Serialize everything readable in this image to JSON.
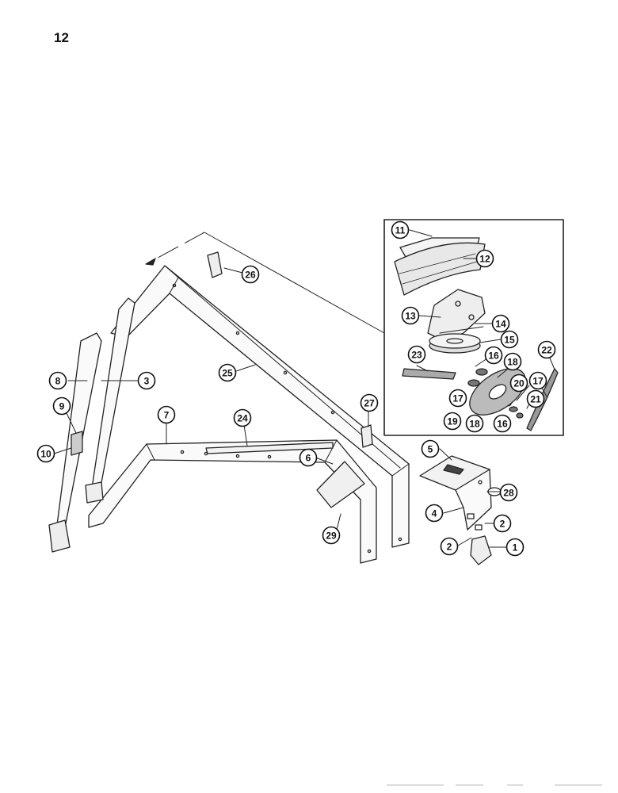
{
  "page": {
    "number": "12"
  },
  "callouts": [
    {
      "id": "c1",
      "label": "1"
    },
    {
      "id": "c2a",
      "label": "2"
    },
    {
      "id": "c2b",
      "label": "2"
    },
    {
      "id": "c3",
      "label": "3"
    },
    {
      "id": "c4",
      "label": "4"
    },
    {
      "id": "c5",
      "label": "5"
    },
    {
      "id": "c6",
      "label": "6"
    },
    {
      "id": "c7",
      "label": "7"
    },
    {
      "id": "c8",
      "label": "8"
    },
    {
      "id": "c9",
      "label": "9"
    },
    {
      "id": "c10",
      "label": "10"
    },
    {
      "id": "c11",
      "label": "11"
    },
    {
      "id": "c12",
      "label": "12"
    },
    {
      "id": "c13",
      "label": "13"
    },
    {
      "id": "c14",
      "label": "14"
    },
    {
      "id": "c15",
      "label": "15"
    },
    {
      "id": "c16a",
      "label": "16"
    },
    {
      "id": "c16b",
      "label": "16"
    },
    {
      "id": "c17a",
      "label": "17"
    },
    {
      "id": "c17b",
      "label": "17"
    },
    {
      "id": "c18a",
      "label": "18"
    },
    {
      "id": "c18b",
      "label": "18"
    },
    {
      "id": "c19",
      "label": "19"
    },
    {
      "id": "c20",
      "label": "20"
    },
    {
      "id": "c21",
      "label": "21"
    },
    {
      "id": "c22",
      "label": "22"
    },
    {
      "id": "c23",
      "label": "23"
    },
    {
      "id": "c24",
      "label": "24"
    },
    {
      "id": "c25",
      "label": "25"
    },
    {
      "id": "c26",
      "label": "26"
    },
    {
      "id": "c27",
      "label": "27"
    },
    {
      "id": "c28",
      "label": "28"
    },
    {
      "id": "c29",
      "label": "29"
    }
  ]
}
